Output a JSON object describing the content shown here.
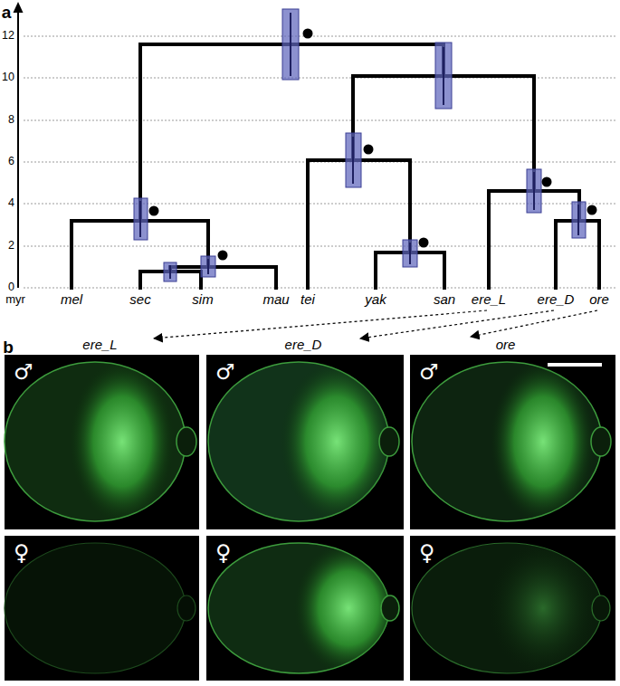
{
  "diagram": {
    "nodes": [
      {
        "text": [
          "ere_L",
          "♂"
        ]
      },
      {
        "text": [
          "ere_D",
          "♂"
        ]
      },
      {
        "text": [
          "ore",
          "♂"
        ]
      },
      {
        "text": [
          "♀"
        ]
      },
      {
        "text": [
          "♀"
        ]
      },
      {
        "text": [
          "♀"
        ]
      }
    ],
    "labels": [
      "a",
      "12",
      "10",
      "8",
      "6",
      "4",
      "2",
      "0",
      "myr",
      "mel",
      "sec",
      "sim",
      "mau",
      "tei",
      "yak",
      "san",
      "ere_L",
      "ere_D",
      "ore",
      "b"
    ]
  }
}
